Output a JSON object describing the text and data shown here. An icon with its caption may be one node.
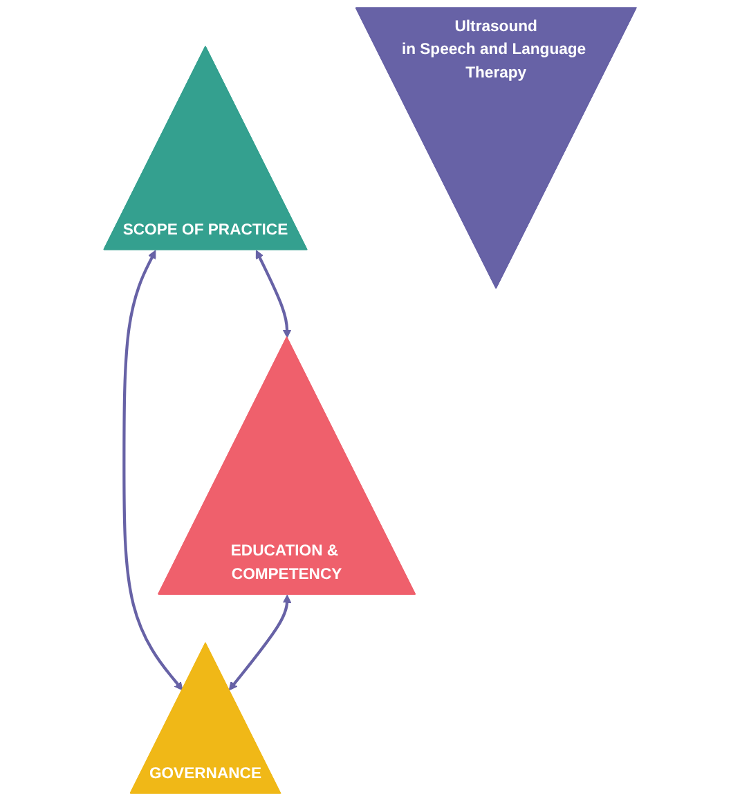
{
  "diagram": {
    "nodes": [
      {
        "text": [
          "SCOPE OF PRACTICE"
        ]
      },
      {
        "text": [
          "Ultrasound",
          "in Speech and Language Therapy"
        ]
      },
      {
        "text": [
          "EDUCATION & COMPETENCY"
        ]
      },
      {
        "text": [
          "GOVERNANCE"
        ]
      }
    ],
    "edges": [
      {
        "from": 2,
        "to": 0,
        "arrow": "both"
      },
      {
        "from": 3,
        "to": 0,
        "arrow": "both"
      },
      {
        "from": 2,
        "to": 3,
        "arrow": "both"
      }
    ]
  }
}
